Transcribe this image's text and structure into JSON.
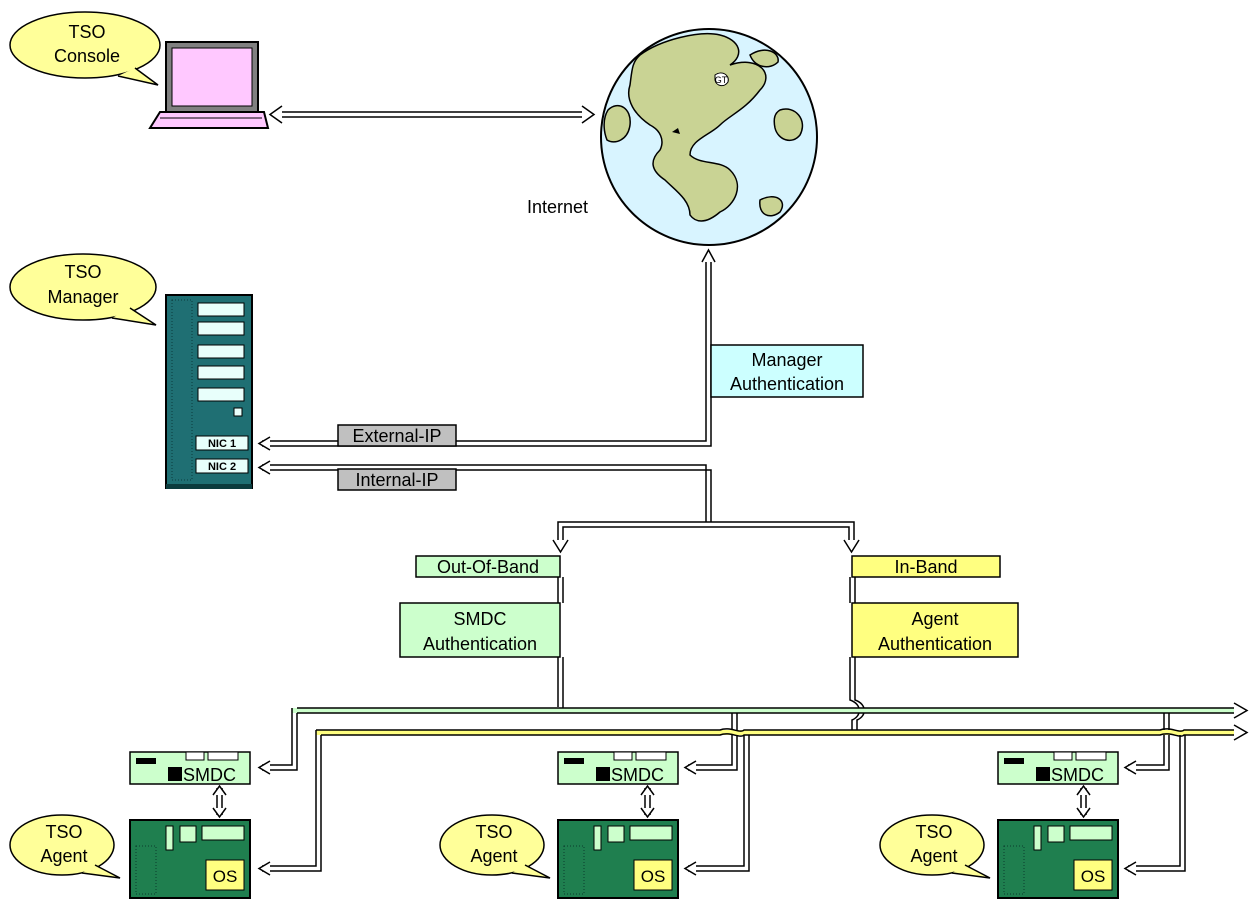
{
  "callouts": {
    "console": [
      "TSO",
      "Console"
    ],
    "manager": [
      "TSO",
      "Manager"
    ],
    "agent1": [
      "TSO",
      "Agent"
    ],
    "agent2": [
      "TSO",
      "Agent"
    ],
    "agent3": [
      "TSO",
      "Agent"
    ]
  },
  "internet_label": "Internet",
  "manager_auth": [
    "Manager",
    "Authentication"
  ],
  "nic": [
    "NIC 1",
    "NIC 2"
  ],
  "external_ip": "External-IP",
  "internal_ip": "Internal-IP",
  "out_of_band": "Out-Of-Band",
  "in_band": "In-Band",
  "smdc_auth": [
    "SMDC",
    "Authentication"
  ],
  "agent_auth": [
    "Agent",
    "Authentication"
  ],
  "smdc_label": "SMDC",
  "os_label": "OS",
  "colors": {
    "callout": "#ffff99",
    "server": "#1f6f73",
    "laptop_screen": "#ffc8ff",
    "ocean": "#d8f4ff",
    "land": "#c9d394",
    "manager_auth_bg": "#ccffff",
    "ip_bg": "#c0c0c0",
    "out_band_bg": "#ccffcc",
    "in_band_bg": "#ffff80",
    "agent_machine": "#1f7f4f"
  }
}
